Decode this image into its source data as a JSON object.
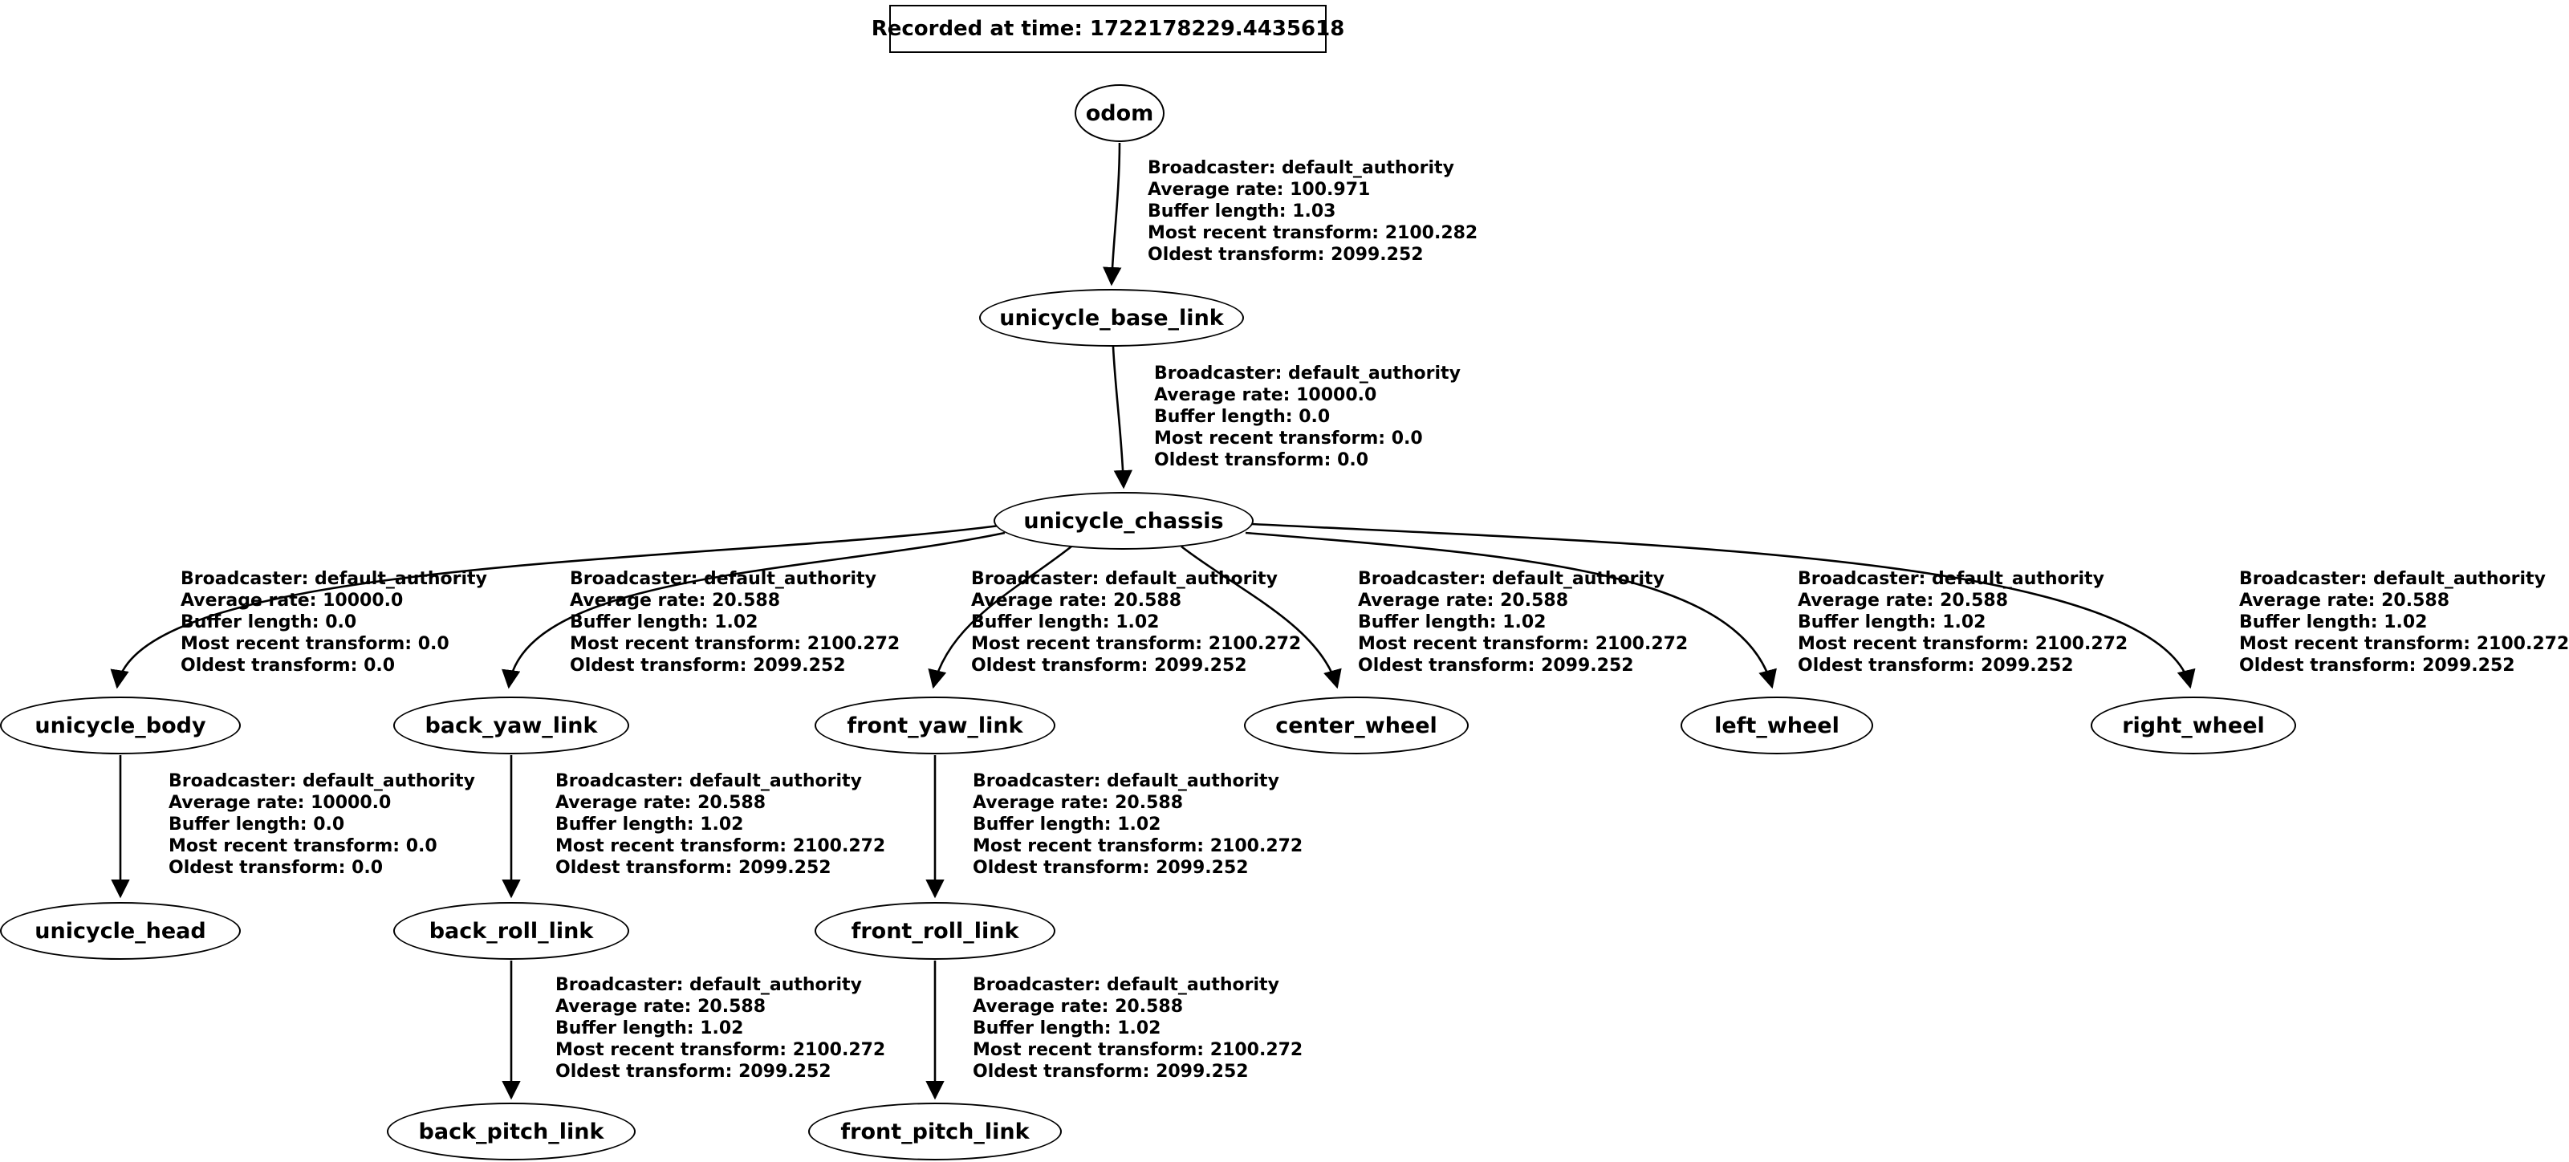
{
  "title": "Recorded at time: 1722178229.4435618",
  "nodes": {
    "odom": "odom",
    "unicycle_base_link": "unicycle_base_link",
    "unicycle_chassis": "unicycle_chassis",
    "unicycle_body": "unicycle_body",
    "back_yaw_link": "back_yaw_link",
    "front_yaw_link": "front_yaw_link",
    "center_wheel": "center_wheel",
    "left_wheel": "left_wheel",
    "right_wheel": "right_wheel",
    "unicycle_head": "unicycle_head",
    "back_roll_link": "back_roll_link",
    "front_roll_link": "front_roll_link",
    "back_pitch_link": "back_pitch_link",
    "front_pitch_link": "front_pitch_link"
  },
  "edges": [
    {
      "from": "odom",
      "to": "unicycle_base_link",
      "lines": [
        "Broadcaster: default_authority",
        "Average rate: 100.971",
        "Buffer length: 1.03",
        "Most recent transform: 2100.282",
        "Oldest transform: 2099.252"
      ]
    },
    {
      "from": "unicycle_base_link",
      "to": "unicycle_chassis",
      "lines": [
        "Broadcaster: default_authority",
        "Average rate: 10000.0",
        "Buffer length: 0.0",
        "Most recent transform: 0.0",
        "Oldest transform: 0.0"
      ]
    },
    {
      "from": "unicycle_chassis",
      "to": "unicycle_body",
      "lines": [
        "Broadcaster: default_authority",
        "Average rate: 10000.0",
        "Buffer length: 0.0",
        "Most recent transform: 0.0",
        "Oldest transform: 0.0"
      ]
    },
    {
      "from": "unicycle_chassis",
      "to": "back_yaw_link",
      "lines": [
        "Broadcaster: default_authority",
        "Average rate: 20.588",
        "Buffer length: 1.02",
        "Most recent transform: 2100.272",
        "Oldest transform: 2099.252"
      ]
    },
    {
      "from": "unicycle_chassis",
      "to": "front_yaw_link",
      "lines": [
        "Broadcaster: default_authority",
        "Average rate: 20.588",
        "Buffer length: 1.02",
        "Most recent transform: 2100.272",
        "Oldest transform: 2099.252"
      ]
    },
    {
      "from": "unicycle_chassis",
      "to": "center_wheel",
      "lines": [
        "Broadcaster: default_authority",
        "Average rate: 20.588",
        "Buffer length: 1.02",
        "Most recent transform: 2100.272",
        "Oldest transform: 2099.252"
      ]
    },
    {
      "from": "unicycle_chassis",
      "to": "left_wheel",
      "lines": [
        "Broadcaster: default_authority",
        "Average rate: 20.588",
        "Buffer length: 1.02",
        "Most recent transform: 2100.272",
        "Oldest transform: 2099.252"
      ]
    },
    {
      "from": "unicycle_chassis",
      "to": "right_wheel",
      "lines": [
        "Broadcaster: default_authority",
        "Average rate: 20.588",
        "Buffer length: 1.02",
        "Most recent transform: 2100.272",
        "Oldest transform: 2099.252"
      ]
    },
    {
      "from": "unicycle_body",
      "to": "unicycle_head",
      "lines": [
        "Broadcaster: default_authority",
        "Average rate: 10000.0",
        "Buffer length: 0.0",
        "Most recent transform: 0.0",
        "Oldest transform: 0.0"
      ]
    },
    {
      "from": "back_yaw_link",
      "to": "back_roll_link",
      "lines": [
        "Broadcaster: default_authority",
        "Average rate: 20.588",
        "Buffer length: 1.02",
        "Most recent transform: 2100.272",
        "Oldest transform: 2099.252"
      ]
    },
    {
      "from": "front_yaw_link",
      "to": "front_roll_link",
      "lines": [
        "Broadcaster: default_authority",
        "Average rate: 20.588",
        "Buffer length: 1.02",
        "Most recent transform: 2100.272",
        "Oldest transform: 2099.252"
      ]
    },
    {
      "from": "back_roll_link",
      "to": "back_pitch_link",
      "lines": [
        "Broadcaster: default_authority",
        "Average rate: 20.588",
        "Buffer length: 1.02",
        "Most recent transform: 2100.272",
        "Oldest transform: 2099.252"
      ]
    },
    {
      "from": "front_roll_link",
      "to": "front_pitch_link",
      "lines": [
        "Broadcaster: default_authority",
        "Average rate: 20.588",
        "Buffer length: 1.02",
        "Most recent transform: 2100.272",
        "Oldest transform: 2099.252"
      ]
    }
  ]
}
